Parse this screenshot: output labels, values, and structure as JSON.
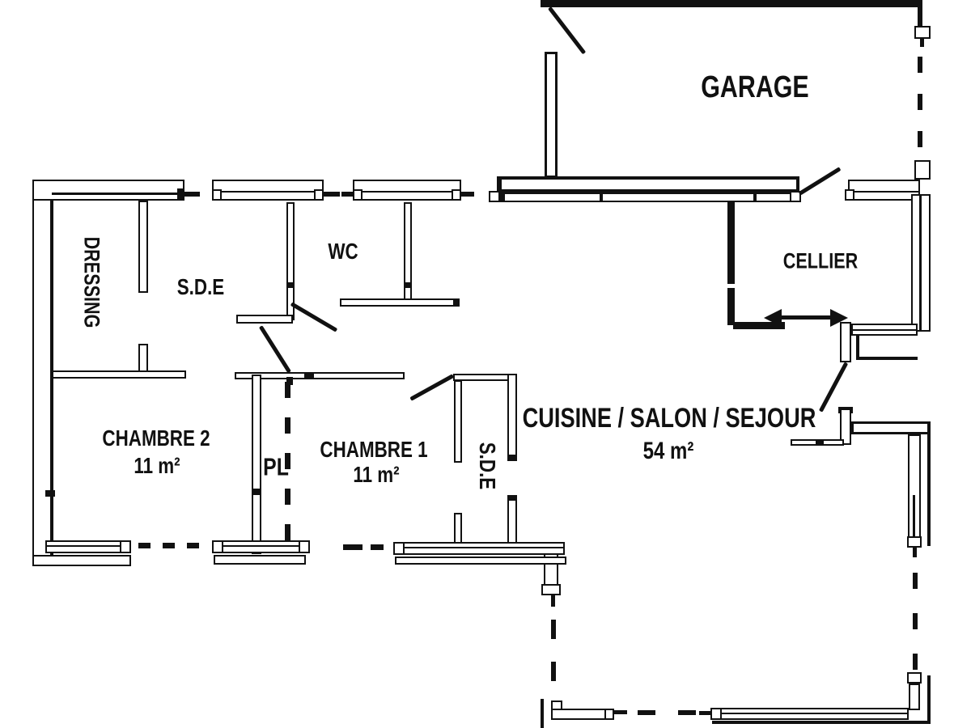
{
  "plan_type": "house-floor-plan",
  "colors": {
    "ink": "#111111",
    "paper": "#ffffff"
  },
  "rooms": [
    {
      "name": "garage",
      "label": "GARAGE"
    },
    {
      "name": "cellier",
      "label": "CELLIER"
    },
    {
      "name": "dressing",
      "label": "DRESSING"
    },
    {
      "name": "sde-haut",
      "label": "S.D.E"
    },
    {
      "name": "wc",
      "label": "WC"
    },
    {
      "name": "chambre2",
      "label": "CHAMBRE 2",
      "area": "11 m²"
    },
    {
      "name": "placard",
      "label": "PL"
    },
    {
      "name": "chambre1",
      "label": "CHAMBRE 1",
      "area": "11 m²"
    },
    {
      "name": "sde-bas",
      "label": "S.D.E"
    },
    {
      "name": "cuisine-salon-sejour",
      "label": "CUISINE / SALON / SEJOUR",
      "area": "54 m²"
    }
  ]
}
